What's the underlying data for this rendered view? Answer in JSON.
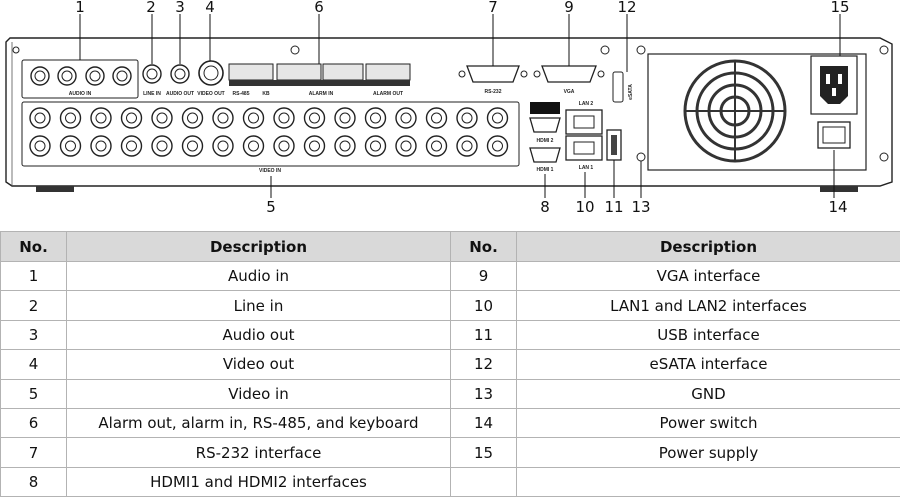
{
  "figure": {
    "callouts": [
      "1",
      "2",
      "3",
      "4",
      "6",
      "7",
      "9",
      "12",
      "15",
      "5",
      "8",
      "10",
      "11",
      "13",
      "14"
    ],
    "panel_labels": {
      "audio_in": "AUDIO IN",
      "line_in": "LINE IN",
      "audio_out": "AUDIO OUT",
      "video_out": "VIDEO OUT",
      "rs485": "RS-485",
      "kb": "KB",
      "alarm_in": "ALARM IN",
      "alarm_out": "ALARM OUT",
      "rs232": "RS-232",
      "vga": "VGA",
      "esata": "eSATA",
      "video_in": "VIDEO IN",
      "hdmi2": "HDMI 2",
      "hdmi1": "HDMI 1",
      "lan2": "LAN 2",
      "lan1": "LAN 1"
    }
  },
  "table": {
    "headers": {
      "no": "No.",
      "desc": "Description"
    },
    "rows": [
      {
        "no_left": "1",
        "desc_left": "Audio in",
        "no_right": "9",
        "desc_right": "VGA interface"
      },
      {
        "no_left": "2",
        "desc_left": "Line in",
        "no_right": "10",
        "desc_right": "LAN1 and LAN2 interfaces"
      },
      {
        "no_left": "3",
        "desc_left": "Audio out",
        "no_right": "11",
        "desc_right": "USB interface"
      },
      {
        "no_left": "4",
        "desc_left": "Video out",
        "no_right": "12",
        "desc_right": "eSATA interface"
      },
      {
        "no_left": "5",
        "desc_left": "Video in",
        "no_right": "13",
        "desc_right": "GND"
      },
      {
        "no_left": "6",
        "desc_left": "Alarm out, alarm in, RS-485, and keyboard",
        "no_right": "14",
        "desc_right": "Power switch"
      },
      {
        "no_left": "7",
        "desc_left": "RS-232 interface",
        "no_right": "15",
        "desc_right": "Power supply"
      },
      {
        "no_left": "8",
        "desc_left": "HDMI1 and HDMI2 interfaces",
        "no_right": "",
        "desc_right": ""
      }
    ]
  }
}
